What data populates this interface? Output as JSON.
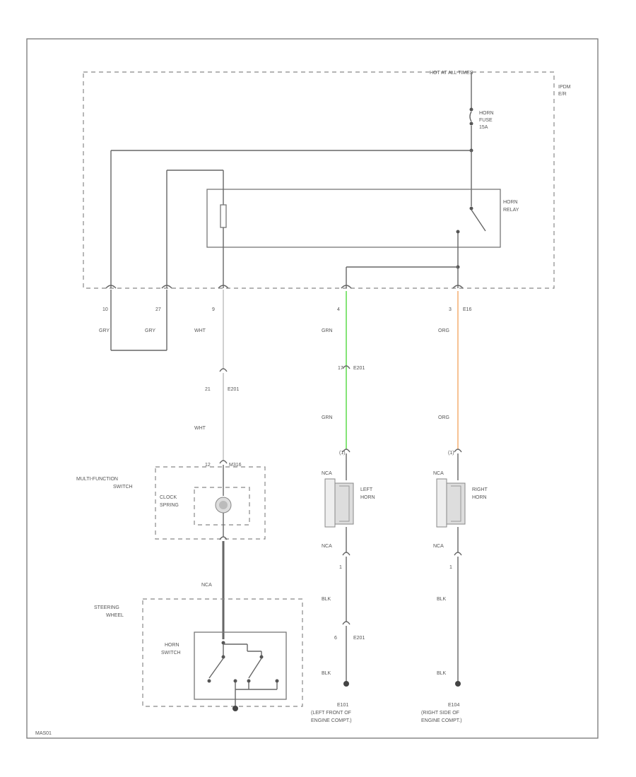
{
  "labels": {
    "hot_at_all_times": "HOT AT ALL TIMES",
    "ipdm_line1": "IPDM",
    "ipdm_line2": "E/R",
    "horn_fuse": [
      "HORN",
      "FUSE",
      "15A"
    ],
    "horn_relay": [
      "HORN",
      "RELAY"
    ],
    "multifunction_switch": [
      "MULTI-FUNCTION",
      "SWITCH"
    ],
    "clock_spring": [
      "CLOCK",
      "SPRING"
    ],
    "steering_wheel": [
      "STEERING",
      "WHEEL"
    ],
    "horn_switch": [
      "HORN",
      "SWITCH"
    ],
    "left_horn": [
      "LEFT",
      "HORN"
    ],
    "right_horn": [
      "RIGHT",
      "HORN"
    ],
    "ground_left": [
      "E101",
      "(LEFT FRONT OF",
      "ENGINE COMPT.)"
    ],
    "ground_right": [
      "E104",
      "(RIGHT SIDE OF",
      "ENGINE COMPT.)"
    ],
    "footer_code": "MAS01"
  },
  "pins": {
    "p10": "10",
    "p27": "27",
    "p9": "9",
    "p4": "4",
    "p3": "3",
    "p3_conn": "E16",
    "p21": "21",
    "p21_conn": "E201",
    "p17": "17",
    "p17_conn": "E201",
    "p12": "12",
    "p12_conn": "M316",
    "left_horn_pin1": "(1)",
    "right_horn_pin1": "(1)",
    "left_horn_pin_bot": "1",
    "right_horn_pin_bot": "1",
    "p6": "6",
    "p6_conn": "E201"
  },
  "wires": {
    "gry1": "GRY",
    "gry2": "GRY",
    "wht1": "WHT",
    "wht2": "WHT",
    "grn1": "GRN",
    "grn2": "GRN",
    "org1": "ORG",
    "org2": "ORG",
    "nca_sw": "NCA",
    "nca_lh_top": "NCA",
    "nca_lh_bot": "NCA",
    "nca_rh_top": "NCA",
    "nca_rh_bot": "NCA",
    "blk_lh1": "BLK",
    "blk_lh2": "BLK",
    "blk_rh1": "BLK",
    "blk_rh2": "BLK"
  },
  "colors": {
    "grn_wire": "#66dd55",
    "org_wire": "#f5b27a"
  }
}
